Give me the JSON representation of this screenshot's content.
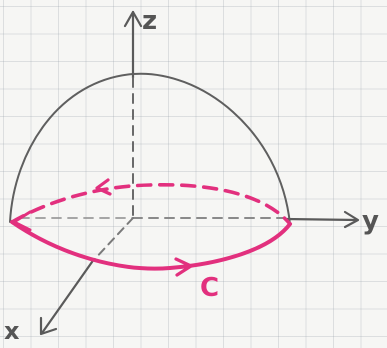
{
  "axes": {
    "z_label": "z",
    "y_label": "y",
    "x_label": "x"
  },
  "curve": {
    "label": "C"
  },
  "colors": {
    "pencil": "#5a5a5a",
    "curve": "#e2307e",
    "grid": "#b9c0c6",
    "paper": "#f6f6f4"
  }
}
